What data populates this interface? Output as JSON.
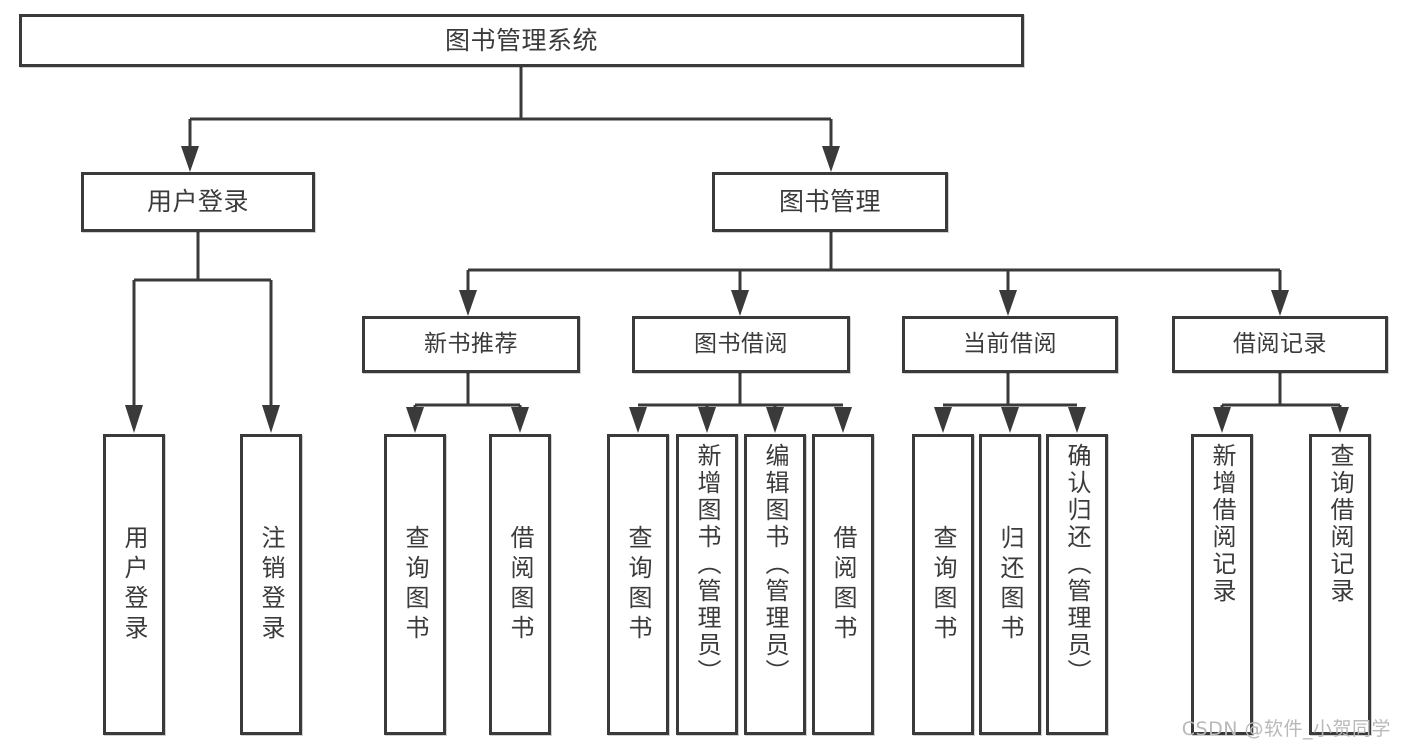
{
  "diagram": {
    "title": "图书管理系统",
    "type": "tree",
    "watermark": "CSDN @软件_小贺同学",
    "colors": {
      "stroke": "#3a3a3a",
      "text": "#3b3b3b",
      "background": "#ffffff",
      "watermark": "#b9b9b9"
    },
    "nodes": {
      "root": "图书管理系统",
      "level2": {
        "user_login": "用户登录",
        "book_manage": "图书管理"
      },
      "level3": {
        "new_book_rec": "新书推荐",
        "book_borrow": "图书借阅",
        "current_borrow": "当前借阅",
        "borrow_record": "借阅记录"
      },
      "leaves": {
        "user_login": [
          "用户登录",
          "注销登录"
        ],
        "new_book_rec": [
          "查询图书",
          "借阅图书"
        ],
        "book_borrow": [
          "查询图书",
          "新增图书（管理员）",
          "编辑图书（管理员）",
          "借阅图书"
        ],
        "current_borrow": [
          "查询图书",
          "归还图书",
          "确认归还（管理员）"
        ],
        "borrow_record": [
          "新增借阅记录",
          "查询借阅记录"
        ]
      }
    }
  }
}
